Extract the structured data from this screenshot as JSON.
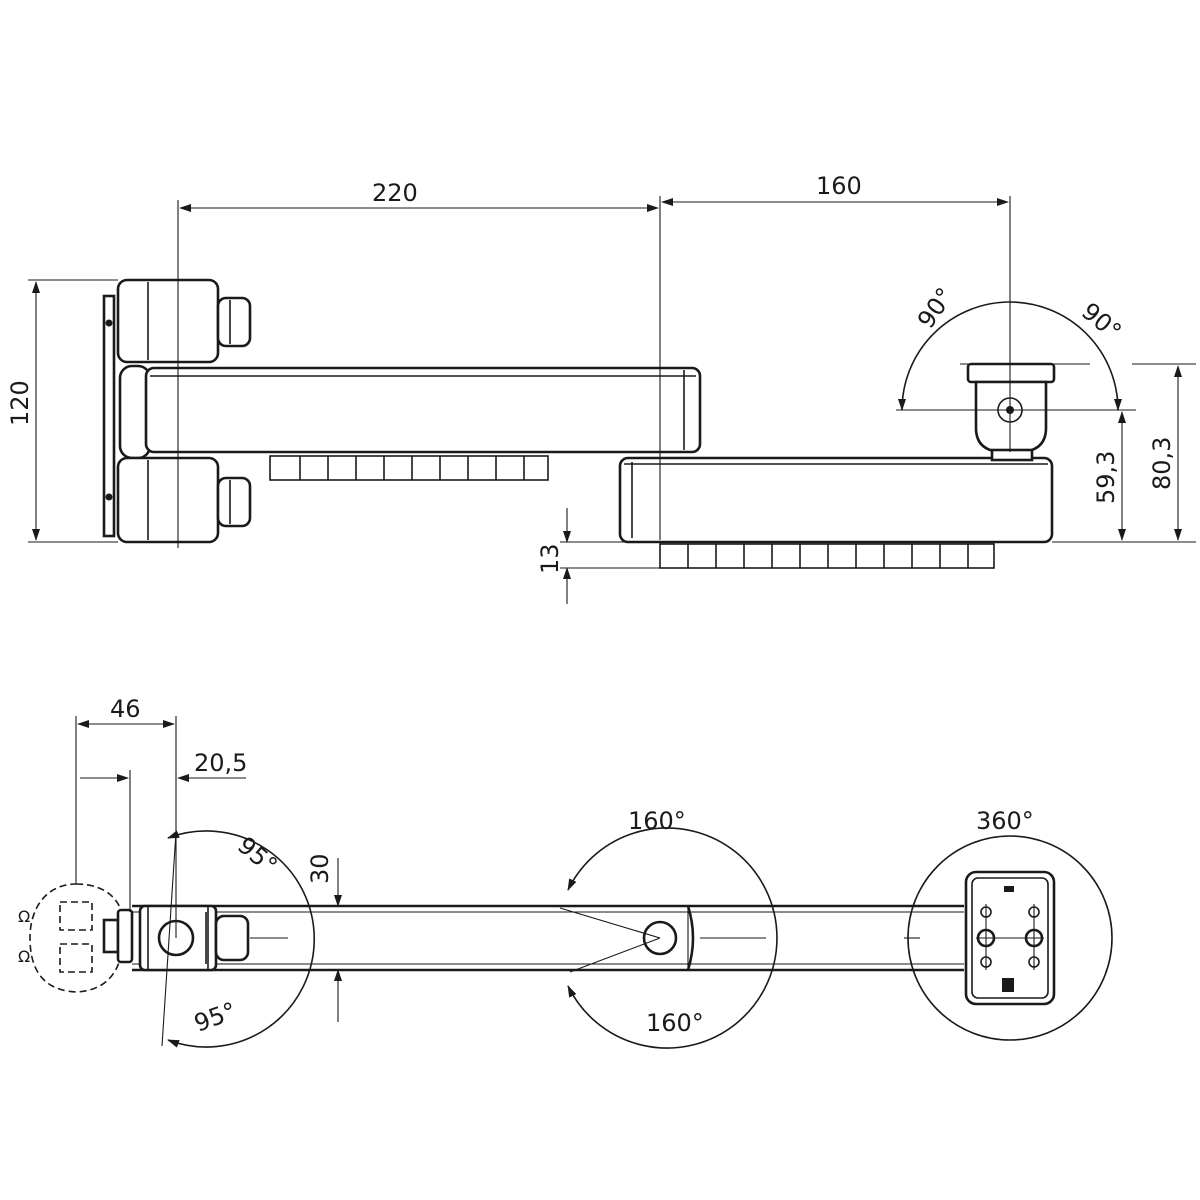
{
  "side_view": {
    "dim_arm1_length": "220",
    "dim_arm2_length": "160",
    "dim_total_height": "120",
    "dim_head_height": "80,3",
    "dim_arm2_height": "59,3",
    "dim_cable_offset": "13",
    "tilt_angle_left": "90°",
    "tilt_angle_right": "90°"
  },
  "top_view": {
    "dim_base_offset": "46",
    "dim_plate_offset": "20,5",
    "dim_arm_width": "30",
    "swivel_base_top": "95°",
    "swivel_base_bottom": "95°",
    "swivel_joint_top": "160°",
    "swivel_joint_bottom": "160°",
    "rotation_head": "360°"
  },
  "colors": {
    "line": "#1a1a1a",
    "background": "#ffffff"
  }
}
